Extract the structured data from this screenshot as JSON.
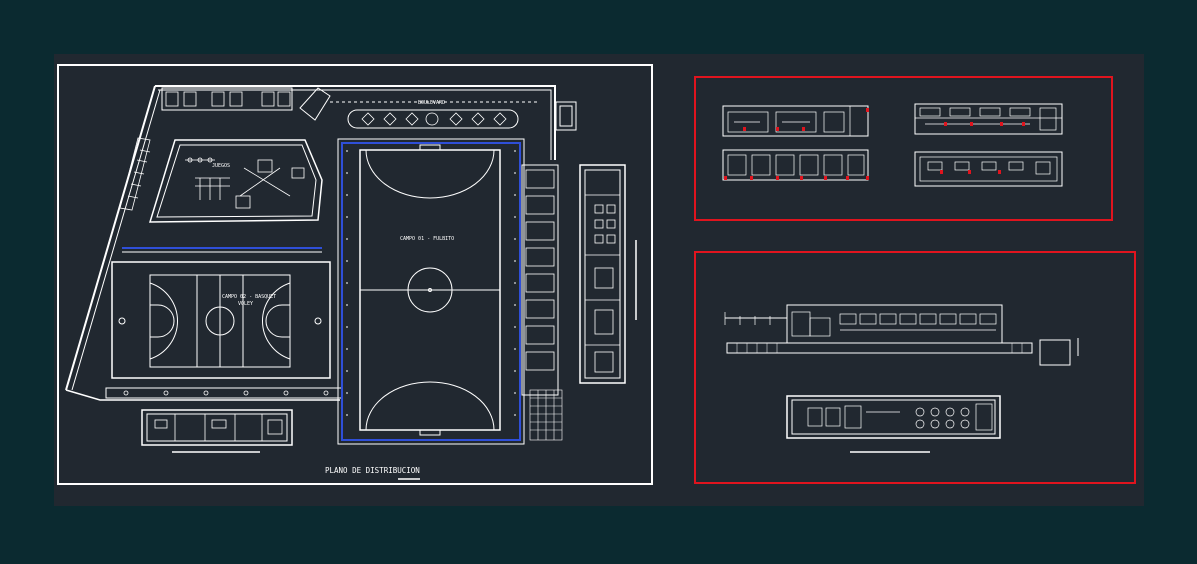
{
  "colors": {
    "page_bg": "#0b2a30",
    "canvas_bg": "#212830",
    "line": "#ffffff",
    "highlight_frame": "#e0141e",
    "court_lines": "#2f4fd8"
  },
  "labels": {
    "boulevard": "BOULEVARD",
    "juegos": "JUEGOS",
    "campo_futsal": "CAMPO 01 - FULBITO",
    "campo_basquet_line1": "CAMPO 02 - BASQUET",
    "campo_basquet_line2": "VOLEY",
    "plan_title": "PLANO DE DISTRIBUCION"
  }
}
